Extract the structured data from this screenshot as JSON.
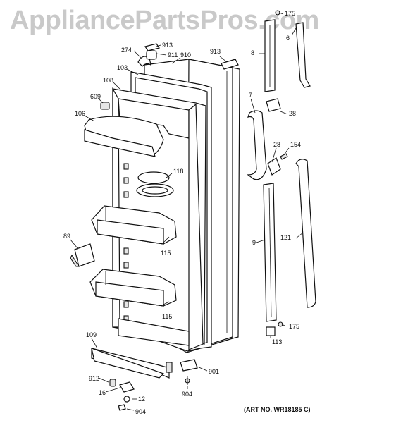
{
  "watermark": "AppliancePartsPros.com",
  "art_note": "(ART NO. WR18185 C)",
  "callouts": {
    "c175a": "175",
    "c6": "6",
    "c8": "8",
    "c913a": "913",
    "c911": "911",
    "c274": "274",
    "c910": "910",
    "c913b": "913",
    "c103": "103",
    "c108": "108",
    "c609": "609",
    "c106": "106",
    "c7": "7",
    "c28a": "28",
    "c28b": "28",
    "c154": "154",
    "c118": "118",
    "c121": "121",
    "c9": "9",
    "c89": "89",
    "c115a": "115",
    "c115b": "115",
    "c175b": "175",
    "c113": "113",
    "c109": "109",
    "c901": "901",
    "c912": "912",
    "c16": "16",
    "c12": "12",
    "c904a": "904",
    "c904b": "904"
  }
}
